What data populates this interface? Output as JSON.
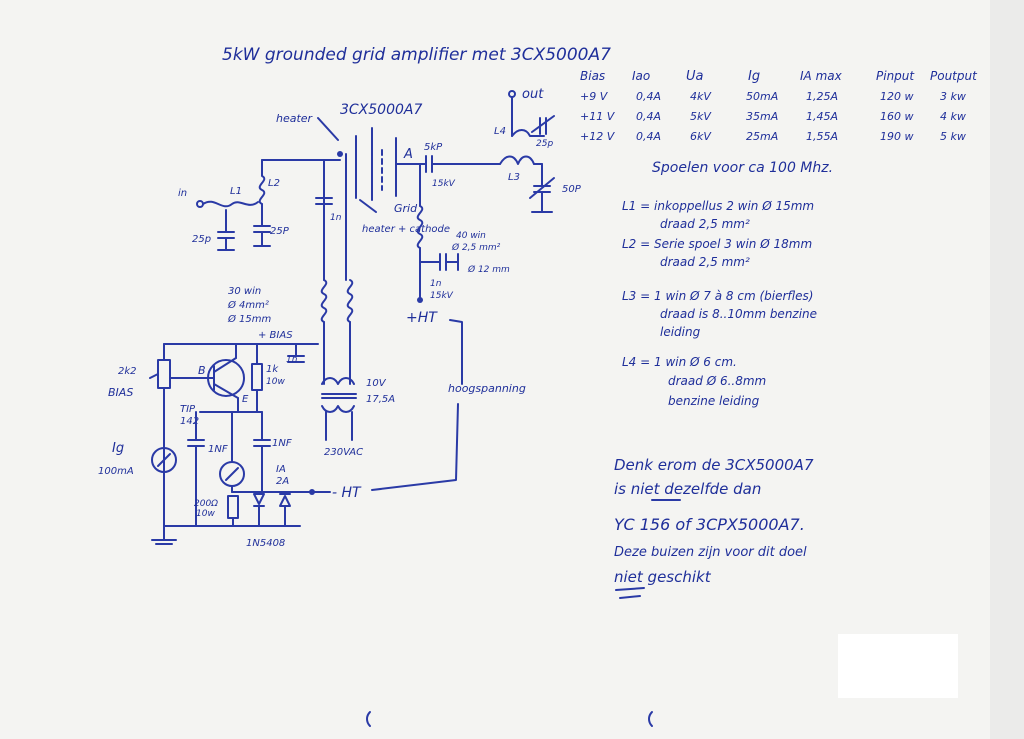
{
  "title": "5kW grounded grid amplifier met 3CX5000A7",
  "colors": {
    "ink": "#2a3aa6",
    "paper": "#f4f4f2"
  },
  "table": {
    "headers": [
      "Bias",
      "Iao",
      "Ua",
      "Ig",
      "IA max",
      "Pinput",
      "Poutput"
    ],
    "rows": [
      [
        "+9 V",
        "0,4A",
        "4kV",
        "50mA",
        "1,25A",
        "120 w",
        "3 kw"
      ],
      [
        "+11 V",
        "0,4A",
        "5kV",
        "35mA",
        "1,45A",
        "160 w",
        "4 kw"
      ],
      [
        "+12 V",
        "0,4A",
        "6kV",
        "25mA",
        "1,55A",
        "190 w",
        "5 kw"
      ]
    ]
  },
  "coils": {
    "heading": "Spoelen voor ca 100 Mhz.",
    "l1": [
      "L1 = inkoppellus 2 win Ø 15mm",
      "draad 2,5 mm²"
    ],
    "l2": [
      "L2 = Serie spoel 3 win Ø 18mm",
      "draad 2,5 mm²"
    ],
    "l3": [
      "L3 = 1 win Ø 7 à 8 cm (bierfles)",
      "draad is 8..10mm benzine",
      "leiding"
    ],
    "l4": [
      "L4 = 1 win Ø 6 cm.",
      "draad Ø 6..8mm",
      "benzine leiding"
    ]
  },
  "warning": {
    "lines": [
      "Denk erom de 3CX5000A7",
      "is niet dezelfde dan",
      "YC 156 of 3CPX5000A7.",
      "Deze buizen zijn voor dit doel",
      "niet geschikt"
    ]
  },
  "schematic": {
    "tube": "3CX5000A7",
    "heater": "heater",
    "heater_cathode": "heater + cathode",
    "grid": "Grid",
    "anode": "A",
    "in": "in",
    "out": "out",
    "l1": "L1",
    "l2": "L2",
    "l3": "L3",
    "l4": "L4",
    "c25p_a": "25p",
    "c25p_b": "25P",
    "c25p_c": "25p",
    "c5p_anode": "5kP",
    "c15kv": "15kV",
    "c50p": "50P",
    "choke": [
      "40 win",
      "Ø 2,5 mm²",
      "Ø 12 mm"
    ],
    "c1n_15kv": [
      "1n",
      "15kV"
    ],
    "plus_ht": "+HT",
    "minus_ht": "- HT",
    "hoogspanning": "hoogspanning",
    "bias_choke": [
      "30 win",
      "Ø 4mm²",
      "Ø 15mm"
    ],
    "plus_bias": "+ BIAS",
    "c1n_a": "1n",
    "c1n_b": "1n",
    "trafo": [
      "10V",
      "17,5A"
    ],
    "mains": "230VAC",
    "pot": [
      "2k2",
      "BIAS"
    ],
    "res1k": [
      "1k",
      "10w"
    ],
    "transistor": [
      "TIP",
      "142"
    ],
    "t_b": "B",
    "t_e": "E",
    "meter_ig": [
      "Ig",
      "100mA"
    ],
    "meter_ia": [
      "IA",
      "2A"
    ],
    "c1nf_a": "1NF",
    "c1nf_b": "1NF",
    "res200": [
      "200Ω",
      "10w"
    ],
    "diode": "1N5408"
  }
}
